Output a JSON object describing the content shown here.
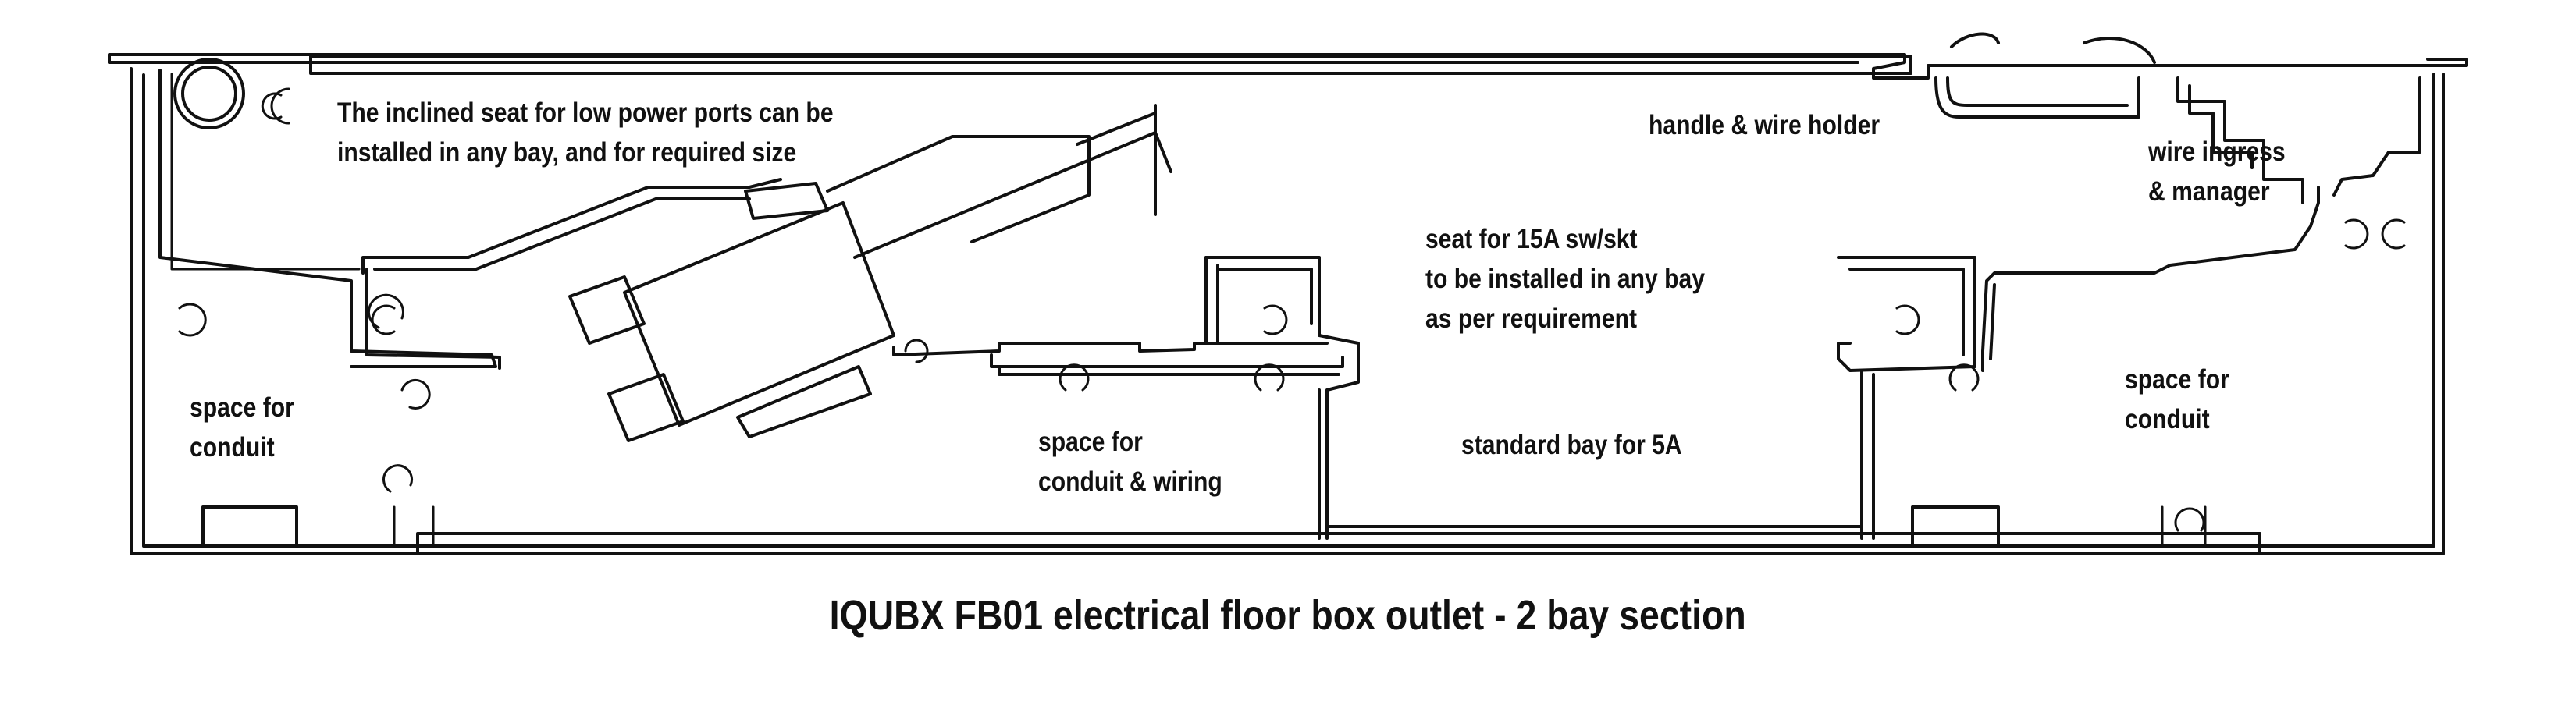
{
  "labels": {
    "inclined_seat": [
      "The inclined seat for low power ports can be",
      "installed in any bay, and for required size"
    ],
    "handle_holder": "handle & wire holder",
    "wire_ingress": [
      "wire ingress",
      "& manager"
    ],
    "seat_15a": [
      "seat for 15A sw/skt",
      "to be installed in any bay",
      "as per requirement"
    ],
    "space_conduit_left": [
      "space for",
      "conduit"
    ],
    "space_conduit_wiring": [
      "space for",
      "conduit & wiring"
    ],
    "standard_bay": "standard bay for 5A",
    "space_conduit_right": [
      "space for",
      "conduit"
    ]
  },
  "caption": "IQUBX FB01 electrical floor box outlet - 2 bay section"
}
